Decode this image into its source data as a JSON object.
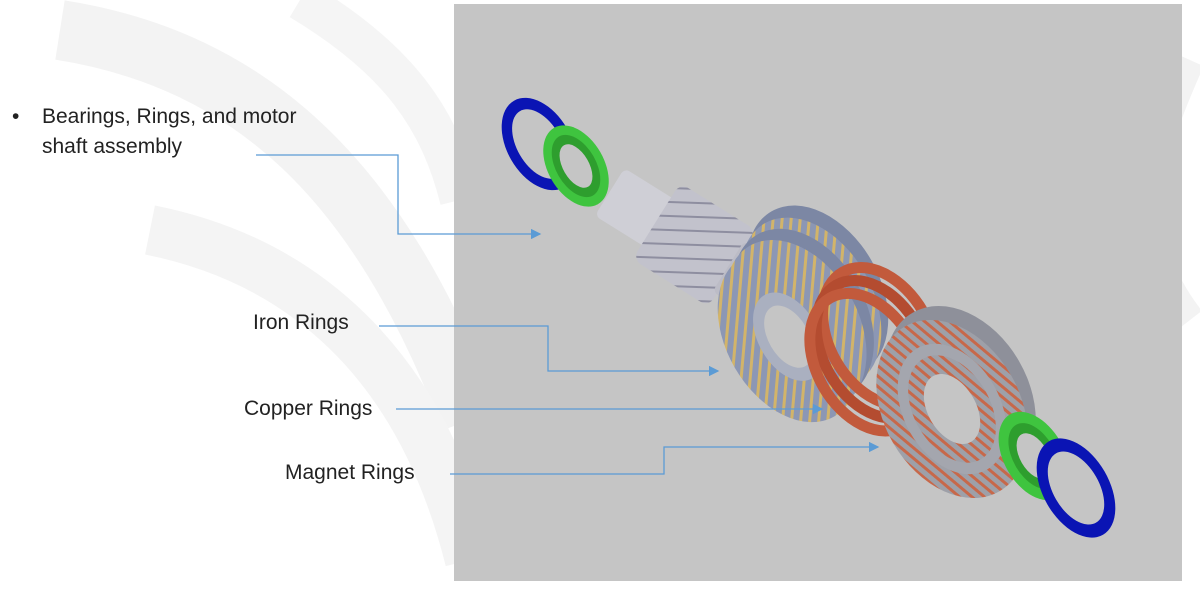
{
  "bullet": {
    "symbol": "•",
    "text": "Bearings, Rings, and motor shaft assembly"
  },
  "labels": {
    "iron": "Iron Rings",
    "copper": "Copper Rings",
    "magnet": "Magnet Rings"
  },
  "colors": {
    "panel": "#c5c5c5",
    "bearing_blue": "#0a14b4",
    "ring_green": "#3fc43f",
    "shaft_gray": "#b9b9c4",
    "iron_stator": "#8c97b4",
    "copper": "#c25a3c",
    "magnet": "#c7684a",
    "leader_line": "#5b9bd5"
  }
}
